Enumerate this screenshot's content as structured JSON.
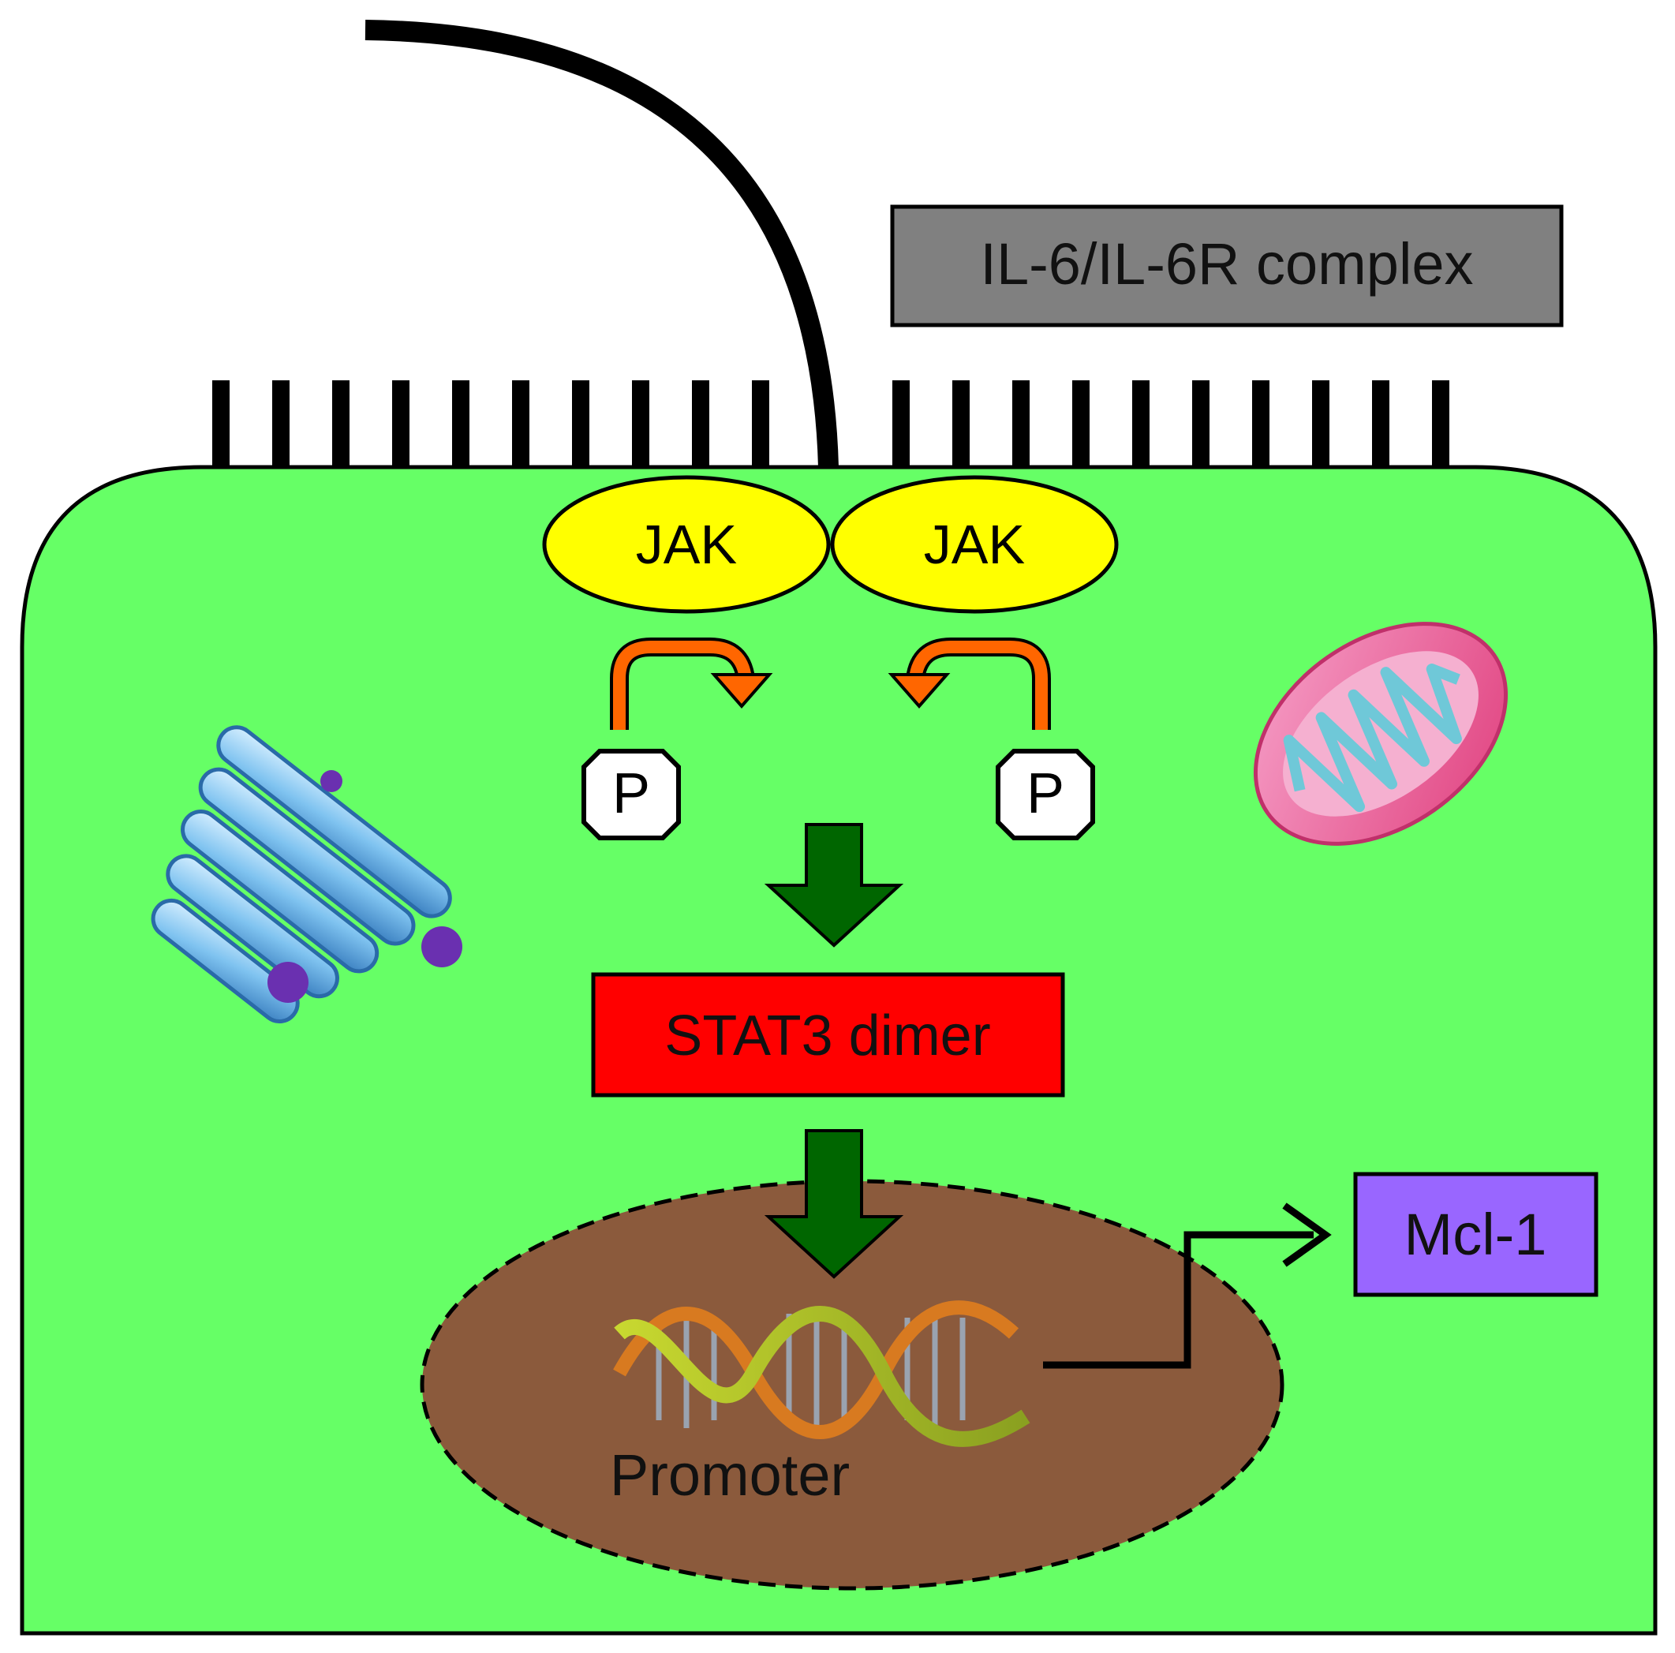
{
  "diagram": {
    "complex_label": "IL-6/IL-6R complex",
    "jak_left": "JAK",
    "jak_right": "JAK",
    "p_left": "P",
    "p_right": "P",
    "stat3_label": "STAT3 dimer",
    "promoter_label": "Promoter",
    "mcl1_label": "Mcl-1"
  },
  "colors": {
    "cell": "#66ff66",
    "complex_box": "#808080",
    "jak": "#ffff00",
    "stat3_box": "#ff0000",
    "mcl1_box": "#9966ff",
    "nucleus": "#8b5a3c",
    "down_arrow": "#006600",
    "phospho_arrow": "#ff6600",
    "golgi": "#5aa9e6",
    "mitochondrion": "#ee5a9a"
  },
  "icons": [
    "golgi-icon",
    "mitochondrion-icon",
    "dna-icon"
  ]
}
